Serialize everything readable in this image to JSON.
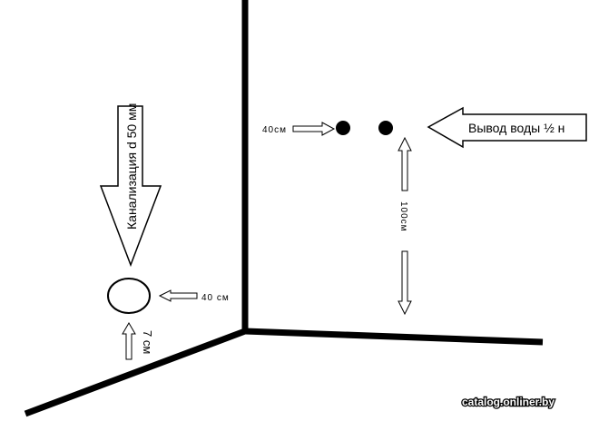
{
  "labels": {
    "sewer": "Канализация  d 50 мм",
    "sewer_offset": "40 см",
    "sewer_height": "7 см",
    "water_offset": "40см",
    "water_outlet": "Вывод воды ½ н",
    "water_height": "100см"
  },
  "watermark": "catalog.onliner.by",
  "colors": {
    "lines": "#000000",
    "background": "#ffffff"
  }
}
